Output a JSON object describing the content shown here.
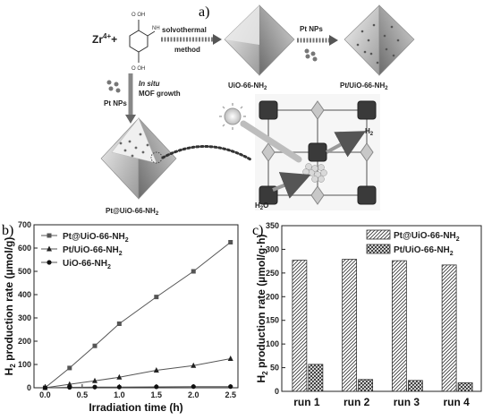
{
  "panel_a": {
    "letter": "a)",
    "zr": "Zr",
    "zr_sup": "4+",
    "plus": "+",
    "solvothermal": "solvothermal",
    "method": "method",
    "pt_nps": "Pt NPs",
    "uio_label": "UiO-66-NH",
    "pt_uio_label": "Pt/UiO-66-NH",
    "insitu": "In situ",
    "mof_growth": "MOF growth",
    "pt_nps_left": "Pt NPs",
    "pt_at_uio_label": "Pt@UiO-66-NH",
    "h2": "H",
    "h2o": "H",
    "h2o_tail": "O",
    "sub2": "2"
  },
  "chart_data": [
    {
      "panel": "b)",
      "type": "line",
      "xlabel": "Irradiation time (h)",
      "ylabel": "H2 production rate (µmol/g)",
      "xlim": [
        -0.15,
        2.6
      ],
      "ylim": [
        0,
        700
      ],
      "xticks": [
        "0.0",
        "0.5",
        "1.0",
        "1.5",
        "2.0",
        "2.5"
      ],
      "yticks": [
        "0",
        "100",
        "200",
        "300",
        "400",
        "500",
        "600",
        "700"
      ],
      "legend_position": "top-left",
      "series": [
        {
          "name": "Pt@UiO-66-NH2",
          "marker": "square",
          "x": [
            0,
            0.33,
            0.67,
            1.0,
            1.5,
            2.0,
            2.5
          ],
          "y": [
            0,
            85,
            180,
            275,
            390,
            500,
            625
          ]
        },
        {
          "name": "Pt/UiO-66-NH2",
          "marker": "triangle",
          "x": [
            0,
            0.33,
            0.67,
            1.0,
            1.5,
            2.0,
            2.5
          ],
          "y": [
            0,
            15,
            30,
            45,
            75,
            95,
            125
          ]
        },
        {
          "name": "UiO-66-NH2",
          "marker": "circle",
          "x": [
            0,
            0.33,
            0.67,
            1.0,
            1.5,
            2.0,
            2.5
          ],
          "y": [
            0,
            2,
            3,
            3,
            4,
            5,
            5
          ]
        }
      ]
    },
    {
      "panel": "c)",
      "type": "bar",
      "xlabel": "",
      "ylabel": "H2 production rate (µmol/g·h)",
      "ylim": [
        0,
        350
      ],
      "yticks": [
        "0",
        "50",
        "100",
        "150",
        "200",
        "250",
        "300",
        "350"
      ],
      "categories": [
        "run 1",
        "run 2",
        "run 3",
        "run 4"
      ],
      "legend_position": "top-right",
      "series": [
        {
          "name": "Pt@UiO-66-NH2",
          "pattern": "diagonal-hatch",
          "values": [
            277,
            279,
            276,
            267
          ]
        },
        {
          "name": "Pt/UiO-66-NH2",
          "pattern": "cross-hatch",
          "values": [
            57,
            25,
            23,
            18
          ]
        }
      ]
    }
  ]
}
